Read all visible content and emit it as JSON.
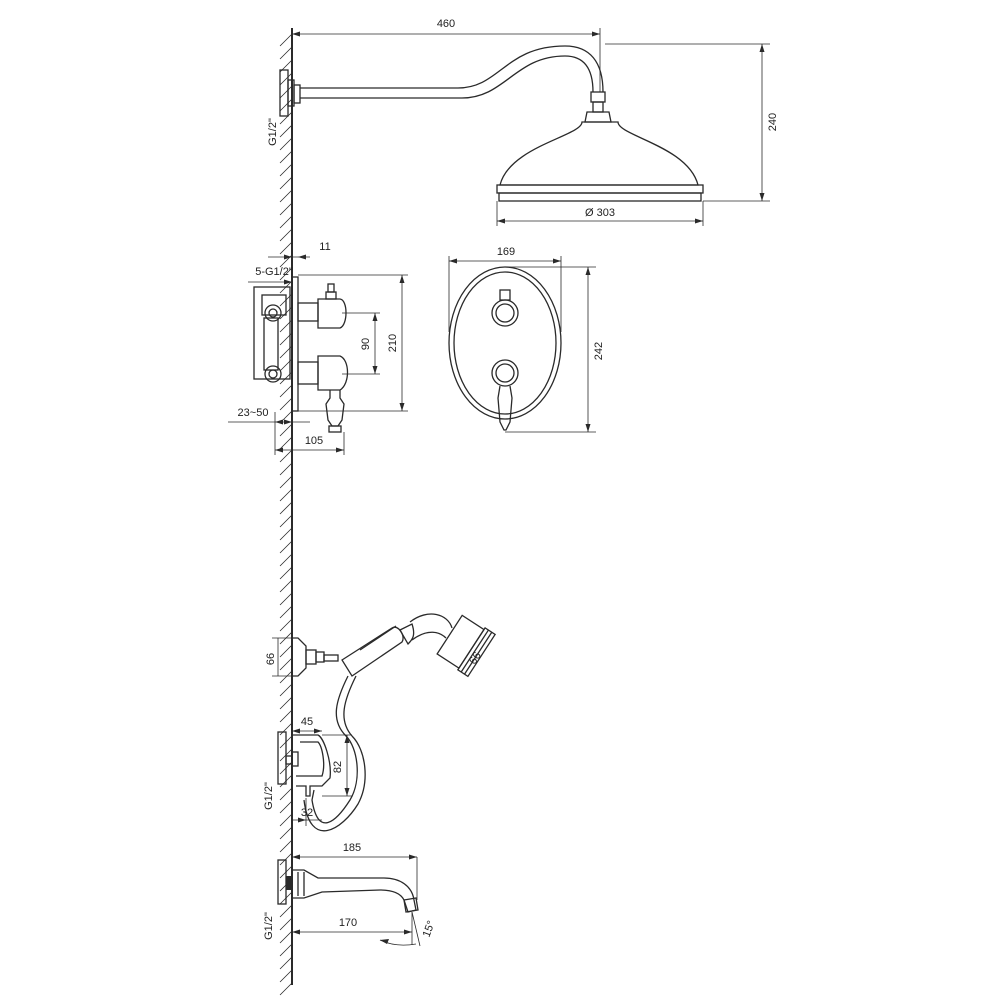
{
  "drawing": {
    "overhead": {
      "arm_length": "460",
      "height": "240",
      "head_diameter": "Ø 303",
      "thread": "G1/2\""
    },
    "mixer_side": {
      "depth_top": "11",
      "outlets": "5-G1/2\"",
      "spacing": "90",
      "height": "210",
      "install_depth": "23~50",
      "projection": "105"
    },
    "mixer_front": {
      "width": "169",
      "height": "242"
    },
    "hand_shower": {
      "holder_height": "66",
      "head_diameter": "66"
    },
    "wall_outlet": {
      "projection": "45",
      "height": "82",
      "base": "32",
      "thread": "G1/2\""
    },
    "spout": {
      "length": "185",
      "reach": "170",
      "thread": "G1/2\"",
      "angle": "15°"
    }
  }
}
